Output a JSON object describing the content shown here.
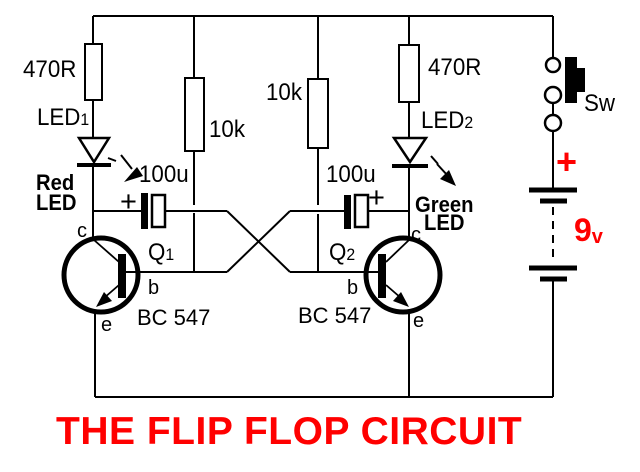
{
  "title": "THE FLIP FLOP CIRCUIT",
  "colors": {
    "accent": "#ff0000",
    "wire": "#000000",
    "background": "#ffffff"
  },
  "resistors": {
    "r1": "470R",
    "r2": "10k",
    "r3": "10k",
    "r4": "470R"
  },
  "capacitors": {
    "c1": {
      "value": "100u",
      "polarity": "+"
    },
    "c2": {
      "value": "100u",
      "polarity": "+"
    }
  },
  "leds": {
    "led1": {
      "ref": "LED",
      "refsub": "1",
      "color_line1": "Red",
      "color_line2": "LED"
    },
    "led2": {
      "ref": "LED",
      "refsub": "2",
      "color_line1": "Green",
      "color_line2": "LED"
    }
  },
  "transistors": {
    "q1": {
      "ref": "Q",
      "refsub": "1",
      "part": "BC 547",
      "base": "b",
      "collector": "c",
      "emitter": "e"
    },
    "q2": {
      "ref": "Q",
      "refsub": "2",
      "part": "BC 547",
      "base": "b",
      "collector": "c",
      "emitter": "e"
    }
  },
  "switch": {
    "label": "Sw"
  },
  "battery": {
    "polarity": "+",
    "voltage": "9",
    "unit": "v"
  }
}
